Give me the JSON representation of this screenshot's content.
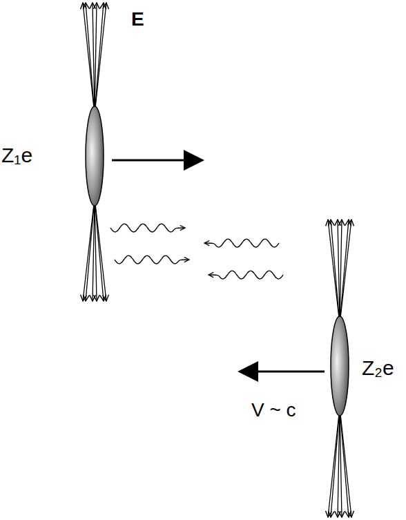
{
  "diagram": {
    "labels": [
      "E",
      "Z₁e",
      "Z₂e",
      "V ~ c"
    ]
  }
}
